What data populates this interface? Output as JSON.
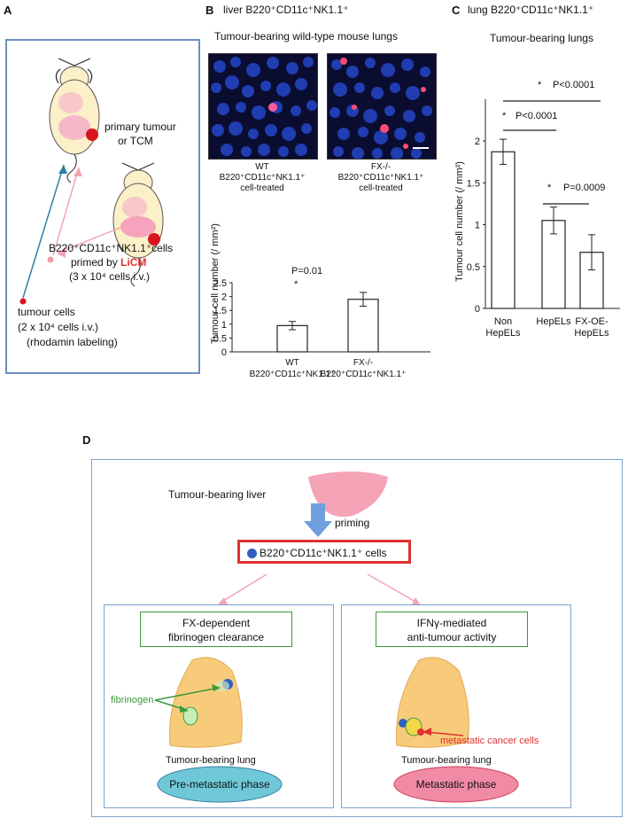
{
  "panel_a": {
    "label": "A",
    "primary_tumour": "primary tumour",
    "or_tcm": "or TCM",
    "cells_line1": "B220⁺CD11c⁺NK1.1⁺cells",
    "primed_by": "primed by ",
    "licm": "LiCM",
    "cells_dose": "(3 x 10⁴ cells i.v.)",
    "tumour_cells": "tumour cells",
    "tumour_dose": "(2 x 10⁴ cells i.v.)",
    "labeling": "(rhodamin labeling)"
  },
  "panel_b": {
    "label": "B",
    "title": "liver B220⁺CD11c⁺NK1.1⁺",
    "subtitle": "Tumour-bearing wild-type mouse lungs",
    "img1_caption": [
      "WT",
      "B220⁺CD11c⁺NK1.1⁺",
      "cell-treated"
    ],
    "img2_caption": [
      "FX-/-",
      "B220⁺CD11c⁺NK1.1⁺",
      "cell-treated"
    ],
    "pvalue": "P=0.01",
    "star": "*"
  },
  "panel_c": {
    "label": "C",
    "title": "lung B220⁺CD11c⁺NK1.1⁺",
    "subtitle": "Tumour-bearing lungs",
    "sig1": "P<0.0001",
    "sig2": "P<0.0001",
    "sig3": "P=0.0009",
    "star": "*"
  },
  "chart_data": [
    {
      "type": "bar",
      "panel": "B",
      "categories": [
        [
          "WT",
          "B220⁺CD11c⁺NK1.1⁺"
        ],
        [
          "FX-/-",
          "B220⁺CD11c⁺NK1.1⁺"
        ]
      ],
      "values": [
        0.95,
        1.9
      ],
      "errors": [
        0.15,
        0.25
      ],
      "ylabel": "Tumour cell number (/ mm²)",
      "ylim": [
        0,
        2.5
      ],
      "yticks": [
        "0",
        "0.5",
        "1",
        "1.5",
        "2",
        "2.5"
      ]
    },
    {
      "type": "bar",
      "panel": "C",
      "categories": [
        [
          "Non",
          "HepELs"
        ],
        [
          "HepELs"
        ],
        [
          "FX-OE-",
          "HepELs"
        ]
      ],
      "values": [
        1.87,
        1.05,
        0.67
      ],
      "errors": [
        0.15,
        0.16,
        0.21
      ],
      "ylabel": "Tumour cell number (/ mm²)",
      "ylim": [
        0,
        2.5
      ],
      "yticks": [
        "0",
        "0.5",
        "1",
        "1.5",
        "2"
      ]
    }
  ],
  "panel_d": {
    "label": "D",
    "liver_label": "Tumour-bearing liver",
    "priming": "priming",
    "cells": "B220⁺CD11c⁺NK1.1⁺ cells",
    "left_title": [
      "FX-dependent",
      "fibrinogen clearance"
    ],
    "right_title": [
      "IFNγ-mediated",
      "anti-tumour activity"
    ],
    "fibrinogen": "fibrinogen",
    "metastatic_cells": "metastatic cancer cells",
    "lung_left": "Tumour-bearing lung",
    "lung_right": "Tumour-bearing lung",
    "phase_left": "Pre-metastatic phase",
    "phase_right": "Metastatic phase"
  },
  "colors": {
    "box_border": "#7ba3cf",
    "licm_red": "#e03030",
    "green": "#3a9a3a",
    "pre_phase": "#6fc8d8",
    "met_phase": "#f08aa5",
    "lung_fill": "#f7cb7a",
    "liver_pink": "#f5a3b6",
    "cell_blue": "#2f5fc0"
  }
}
